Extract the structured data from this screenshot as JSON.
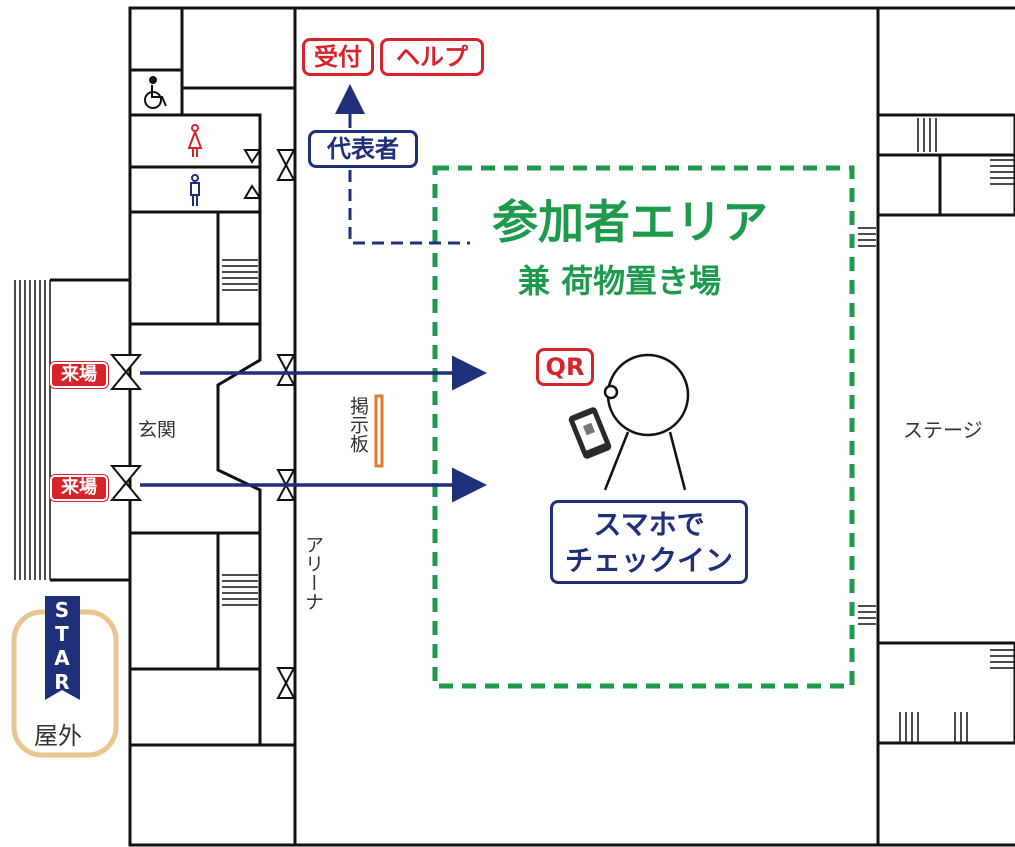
{
  "labels": {
    "reception": "受付",
    "help": "ヘルプ",
    "representative": "代表者",
    "area_title": "参加者エリア",
    "area_subtitle": "兼 荷物置き場",
    "qr": "QR",
    "checkin_line1": "スマホで",
    "checkin_line2": "チェックイン",
    "arrival_1": "来場",
    "arrival_2": "来場",
    "entrance": "玄関",
    "bulletin_board": "掲示板",
    "arena": "アリーナ",
    "stage": "ステージ",
    "start": "START",
    "outdoor": "屋外"
  },
  "colors": {
    "red": "#d8232a",
    "navy": "#1f2f7a",
    "green": "#1e9a4c",
    "orange": "#e07a2e",
    "tan": "#e9c58f",
    "wall": "#111111"
  },
  "icons": {
    "wheelchair": "wheelchair-icon",
    "female_restroom": "female-restroom-icon",
    "male_restroom": "male-restroom-icon",
    "person": "person-icon",
    "smartphone": "smartphone-icon"
  }
}
